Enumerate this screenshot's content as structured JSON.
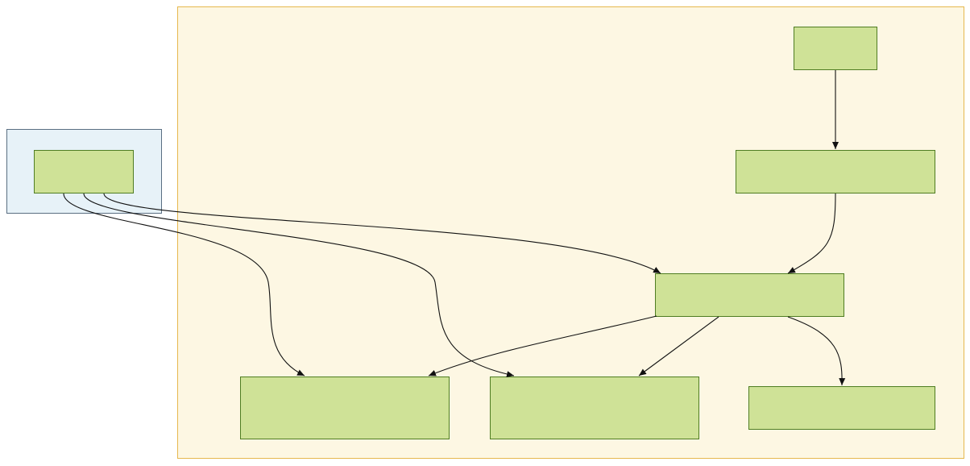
{
  "diagram": {
    "clusters": [
      {
        "id": "main-cluster",
        "label": ""
      },
      {
        "id": "external-cluster",
        "label": ""
      }
    ],
    "nodes": [
      {
        "id": "n-top",
        "label": ""
      },
      {
        "id": "n-second",
        "label": ""
      },
      {
        "id": "n-hub",
        "label": ""
      },
      {
        "id": "n-bottom-left",
        "label": ""
      },
      {
        "id": "n-bottom-middle",
        "label": ""
      },
      {
        "id": "n-bottom-right",
        "label": ""
      },
      {
        "id": "n-external",
        "label": ""
      }
    ],
    "edges": [
      {
        "from": "n-top",
        "to": "n-second"
      },
      {
        "from": "n-second",
        "to": "n-hub"
      },
      {
        "from": "n-hub",
        "to": "n-bottom-left"
      },
      {
        "from": "n-hub",
        "to": "n-bottom-middle"
      },
      {
        "from": "n-hub",
        "to": "n-bottom-right"
      },
      {
        "from": "n-external",
        "to": "n-bottom-left"
      },
      {
        "from": "n-external",
        "to": "n-bottom-middle"
      },
      {
        "from": "n-external",
        "to": "n-hub"
      }
    ],
    "colors": {
      "main_cluster_fill": "#fdf7e3",
      "main_cluster_border": "#e6b84e",
      "external_cluster_fill": "#e7f2f8",
      "external_cluster_border": "#5a6e82",
      "node_fill": "#cfe297",
      "node_border": "#4f7d22",
      "edge": "#111111"
    }
  }
}
